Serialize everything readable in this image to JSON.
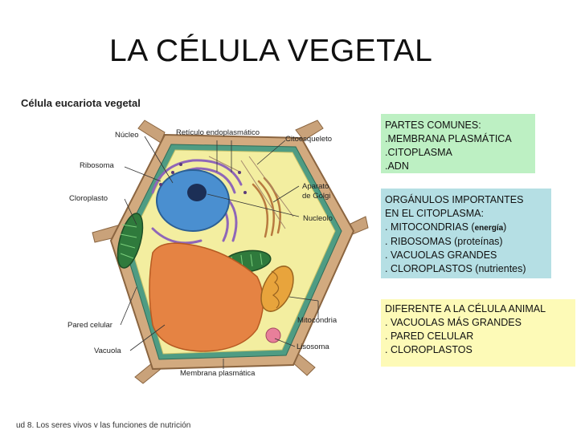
{
  "slide": {
    "title": "LA CÉLULA VEGETAL"
  },
  "figure": {
    "heading": "Célula eucariota vegetal",
    "labels": {
      "nucleo": "Núcleo",
      "reticulo": "Retículo endoplasmático",
      "citoesqueleto": "Citoesqueleto",
      "ribosoma": "Ribosoma",
      "aparato_1": "Aparato",
      "aparato_2": "de Golgi",
      "cloroplasto": "Cloroplasto",
      "nucleolo": "Nucleolo",
      "mitocondria": "Mitocondria",
      "pared_celular": "Pared celular",
      "lisosoma": "Lisosoma",
      "vacuola": "Vacuola",
      "membrana": "Membrana plasmática"
    },
    "caption": "ud 8. Los seres vivos y las funciones de nutrición"
  },
  "boxes": {
    "comunes": {
      "lines": [
        "PARTES COMUNES:",
        ".MEMBRANA PLASMÁTICA",
        ".CITOPLASMA",
        ".ADN"
      ],
      "color": "#bdf0c3"
    },
    "organulos": {
      "line1": "ORGÁNULOS IMPORTANTES",
      "line2": "EN EL CITOPLASMA:",
      "mito_prefix": ". MITOCONDRIAS (",
      "mito_bold": "energía",
      "mito_suffix": ")",
      "line4": ". RIBOSOMAS (proteínas)",
      "line5": ". VACUOLAS GRANDES",
      "line6": ". CLOROPLASTOS (nutrientes)",
      "color": "#b5dfe4"
    },
    "diferente": {
      "lines": [
        "DIFERENTE A LA CÉLULA ANIMAL",
        ". VACUOLAS MÁS GRANDES",
        ". PARED CELULAR",
        ". CLOROPLASTOS"
      ],
      "color": "#fdfab7"
    }
  }
}
